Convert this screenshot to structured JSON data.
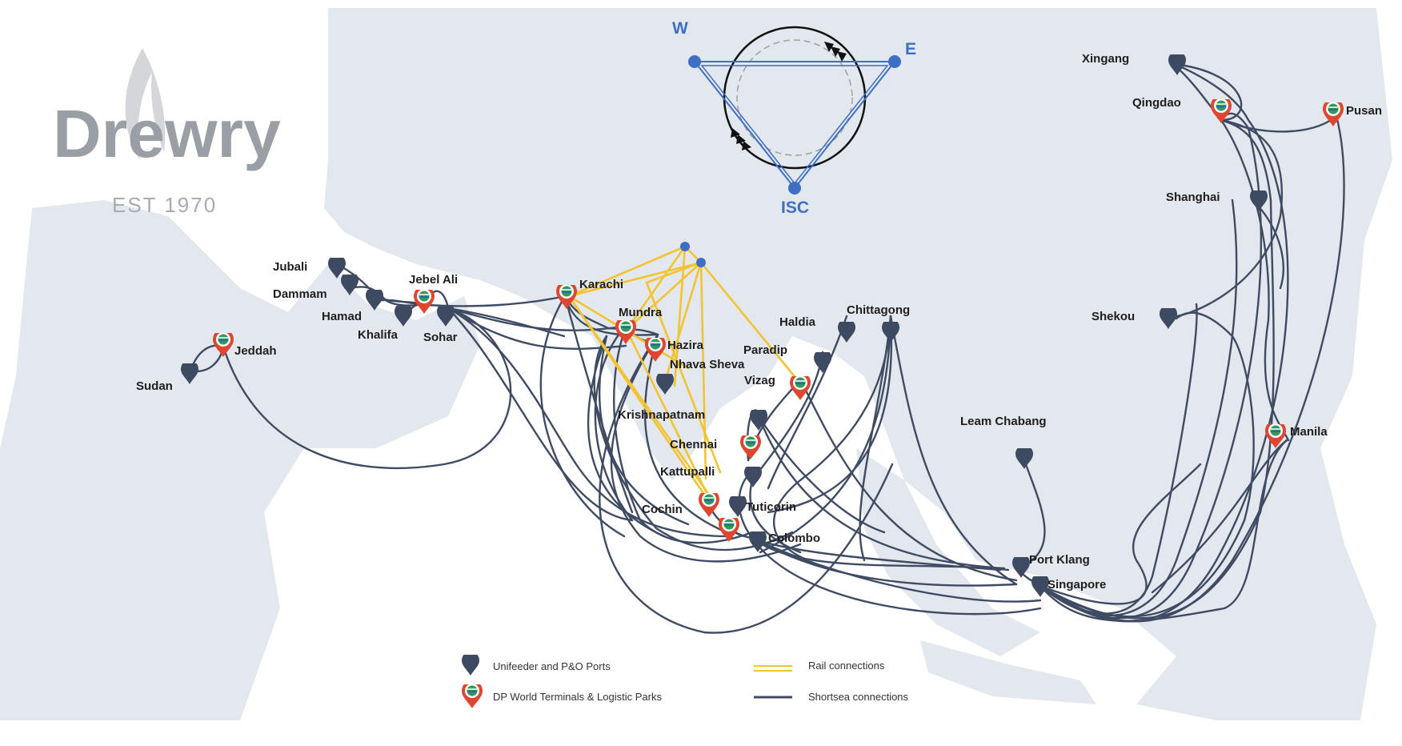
{
  "brand": {
    "name": "Drewry",
    "tagline": "EST 1970"
  },
  "triangle_labels": {
    "west": "W",
    "east": "E",
    "south": "ISC"
  },
  "ports": {
    "xingang": "Xingang",
    "qingdao": "Qingdao",
    "pusan": "Pusan",
    "shanghai": "Shanghai",
    "shekou": "Shekou",
    "manila": "Manila",
    "leam_chabang": "Leam Chabang",
    "port_klang": "Port Klang",
    "singapore": "Singapore",
    "chittagong": "Chittagong",
    "haldia": "Haldia",
    "paradip": "Paradip",
    "vizag": "Vizag",
    "krishnapatnam": "Krishnapatnam",
    "chennai": "Chennai",
    "kattupalli": "Kattupalli",
    "tuticorin": "Tuticorin",
    "cochin": "Cochin",
    "colombo": "Colombo",
    "karachi": "Karachi",
    "mundra": "Mundra",
    "hazira": "Hazira",
    "nhava_sheva": "Nhava Sheva",
    "jebel_ali": "Jebel Ali",
    "jubali": "Jubali",
    "dammam": "Dammam",
    "hamad": "Hamad",
    "khalifa": "Khalifa",
    "sohar": "Sohar",
    "jeddah": "Jeddah",
    "sudan": "Sudan"
  },
  "legend": {
    "unifeeder_ports": "Unifeeder and P&O Ports",
    "dp_world": "DP World Terminals & Logistic Parks",
    "rail": "Rail connections",
    "shortsea": "Shortsea connections"
  },
  "colors": {
    "land": "#e3e7ee",
    "sea": "#ffffff",
    "route": "#3f4b63",
    "rail": "#f2c433",
    "triangle": "#3d6fc4",
    "pin_dark": "#3e4a62",
    "pin_dp": "#e0452f"
  }
}
